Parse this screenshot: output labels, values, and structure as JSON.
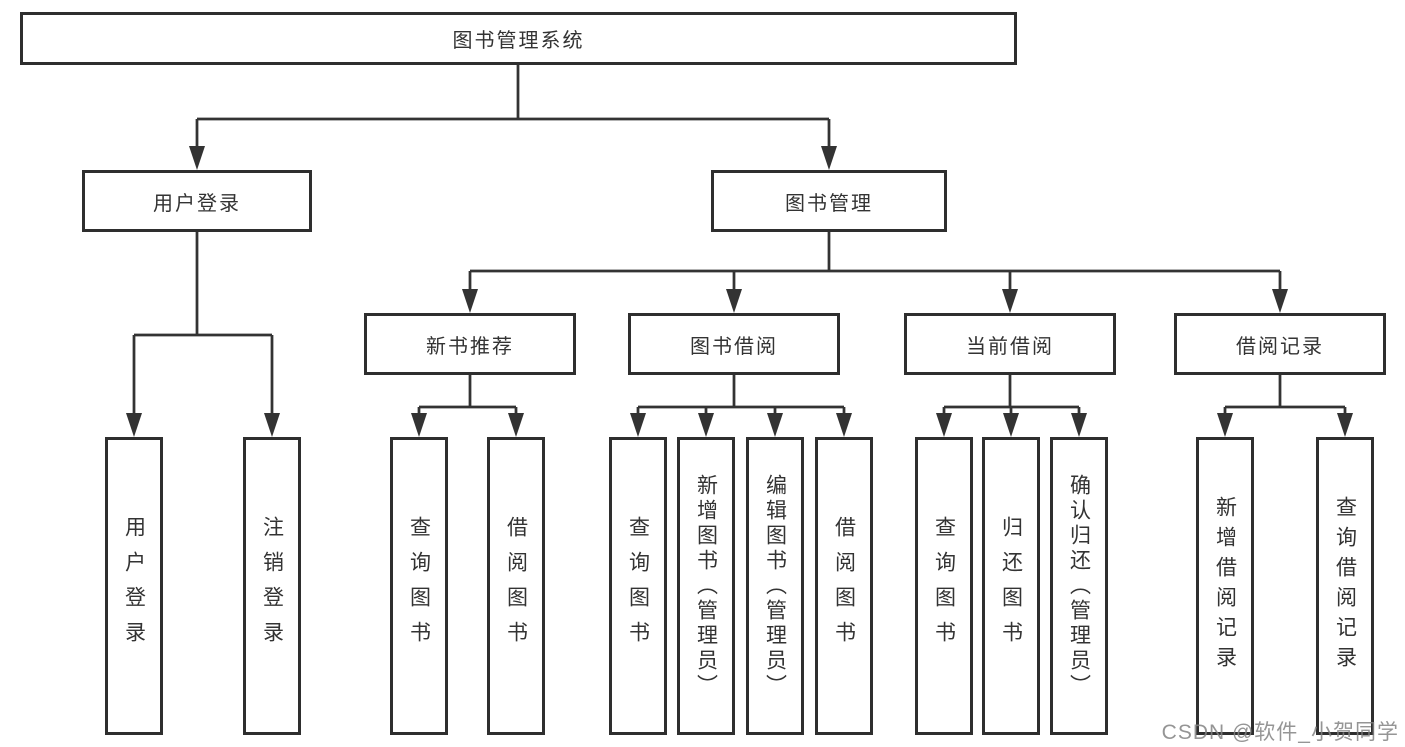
{
  "diagram": {
    "type": "hierarchy",
    "root": {
      "label": "图书管理系统"
    },
    "level1": [
      {
        "label": "用户登录"
      },
      {
        "label": "图书管理"
      }
    ],
    "level2": [
      {
        "label": "新书推荐",
        "parent": "图书管理"
      },
      {
        "label": "图书借阅",
        "parent": "图书管理"
      },
      {
        "label": "当前借阅",
        "parent": "图书管理"
      },
      {
        "label": "借阅记录",
        "parent": "图书管理"
      }
    ],
    "leaves": [
      {
        "label": "用户登录",
        "parent": "用户登录"
      },
      {
        "label": "注销登录",
        "parent": "用户登录"
      },
      {
        "label": "查询图书",
        "parent": "新书推荐"
      },
      {
        "label": "借阅图书",
        "parent": "新书推荐"
      },
      {
        "label": "查询图书",
        "parent": "图书借阅"
      },
      {
        "label": "新增图书（管理员）",
        "parent": "图书借阅"
      },
      {
        "label": "编辑图书（管理员）",
        "parent": "图书借阅"
      },
      {
        "label": "借阅图书",
        "parent": "图书借阅"
      },
      {
        "label": "查询图书",
        "parent": "当前借阅"
      },
      {
        "label": "归还图书",
        "parent": "当前借阅"
      },
      {
        "label": "确认归还（管理员）",
        "parent": "当前借阅"
      },
      {
        "label": "新增借阅记录",
        "parent": "借阅记录"
      },
      {
        "label": "查询借阅记录",
        "parent": "借阅记录"
      }
    ]
  },
  "watermark": {
    "text": "CSDN @软件_小贺同学"
  },
  "colors": {
    "line": "#333333",
    "box_border": "#2e2e2e",
    "text": "#333333",
    "background": "#ffffff",
    "watermark": "#828282"
  }
}
